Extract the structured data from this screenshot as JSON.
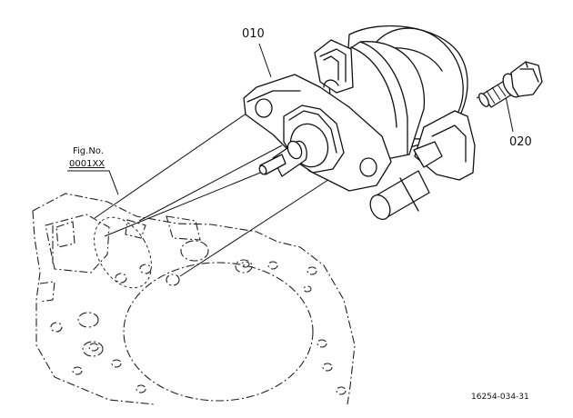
{
  "diagram": {
    "parts": [
      {
        "ref": "010"
      },
      {
        "ref": "020"
      }
    ],
    "figure_ref": {
      "line1": "Fig.No.",
      "line2": "0001XX"
    },
    "drawing_code": "16254-034-31"
  }
}
